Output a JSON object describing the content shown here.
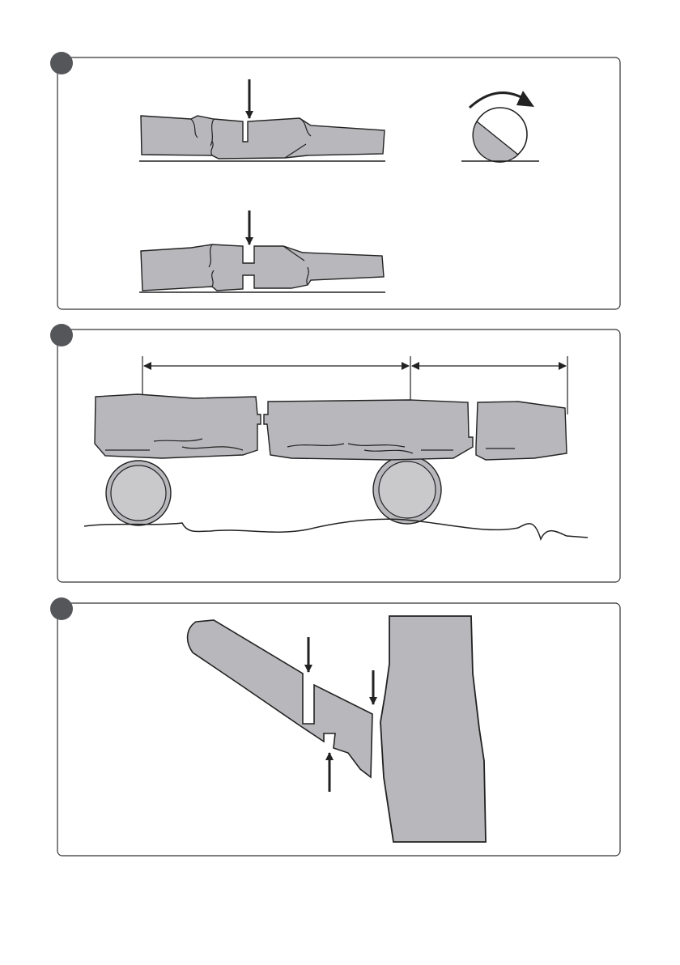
{
  "figure": {
    "panel_count": 3,
    "colors": {
      "wood": "#b8b8bc",
      "roller": "#c9c9cc",
      "line": "#222222",
      "panel_border": "#333333",
      "badge": "#55565a",
      "page": "#ffffff"
    },
    "panels": [
      {
        "id": "panel-1",
        "content": "log-supported-at-ends-cut-from-top"
      },
      {
        "id": "panel-2",
        "content": "log-on-two-rollers-with-measurement-arrows"
      },
      {
        "id": "panel-3",
        "content": "branch-relief-cut-near-trunk"
      }
    ],
    "icons": [
      "down-arrow-icon",
      "up-arrow-icon",
      "rotate-arrow-icon",
      "dimension-arrow-icon"
    ]
  }
}
